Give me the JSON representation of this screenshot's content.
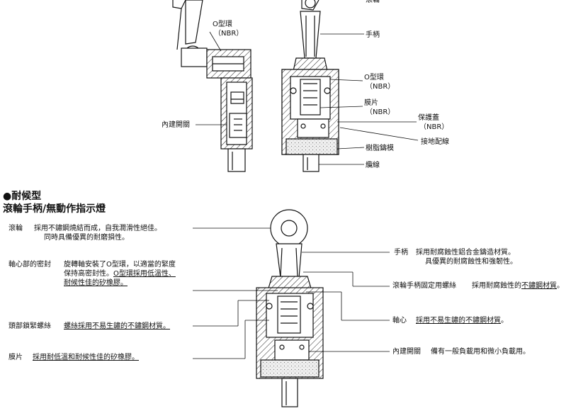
{
  "top": {
    "labels": {
      "roller": "滾輪",
      "oring_left_1": "O型環",
      "oring_left_2": "（NBR）",
      "handle": "手柄",
      "oring_right_1": "O型環",
      "oring_right_2": "（NBR）",
      "diaphragm_1": "膜片",
      "diaphragm_2": "（NBR）",
      "cover_1": "保護蓋",
      "cover_2": "（NBR）",
      "ground": "接地配線",
      "resin": "樹脂鑄模",
      "cable": "纜線",
      "builtin_switch": "內建開關"
    }
  },
  "section": {
    "title": "●耐候型",
    "subtitle": "滾輪手柄/無動作指示燈"
  },
  "left_notes": {
    "roller": {
      "name": "滾輪",
      "line1": "採用不鏽鋼燒結而成，自我潤滑性絕佳。",
      "line2": "同時具備優異的耐磨損性。"
    },
    "axis_seal": {
      "name": "軸心部的密封",
      "line1": "旋轉軸安裝了O型環，以適當的緊度",
      "line2": "保持高密封性。",
      "line2_u": "O型環採用低溫性、",
      "line3": "耐候性佳的矽橡膠。"
    },
    "head_screw": {
      "name": "頭部鎖緊螺絲",
      "text": "螺絲採用不易生鏽的不鏽鋼材質。"
    },
    "diaphragm": {
      "name": "膜片",
      "text": "採用耐低溫和耐候性佳的矽橡膠。"
    }
  },
  "right_notes": {
    "handle": {
      "name": "手柄",
      "line1": "採用耐腐蝕性鋁合金鑄造材質。",
      "line2": "具優異的耐腐蝕性和強韌性。"
    },
    "roller_screw": {
      "name": "滾輪手柄固定用螺絲",
      "text_a": "採用耐腐蝕性的",
      "text_u": "不鏽鋼材質",
      "text_b": "。"
    },
    "axis": {
      "name": "軸心",
      "text": "採用不易生鏽的不鏽鋼材質",
      "end": "。"
    },
    "switch": {
      "name": "內建開關",
      "text": "備有一般負載用和微小負載用。"
    }
  }
}
